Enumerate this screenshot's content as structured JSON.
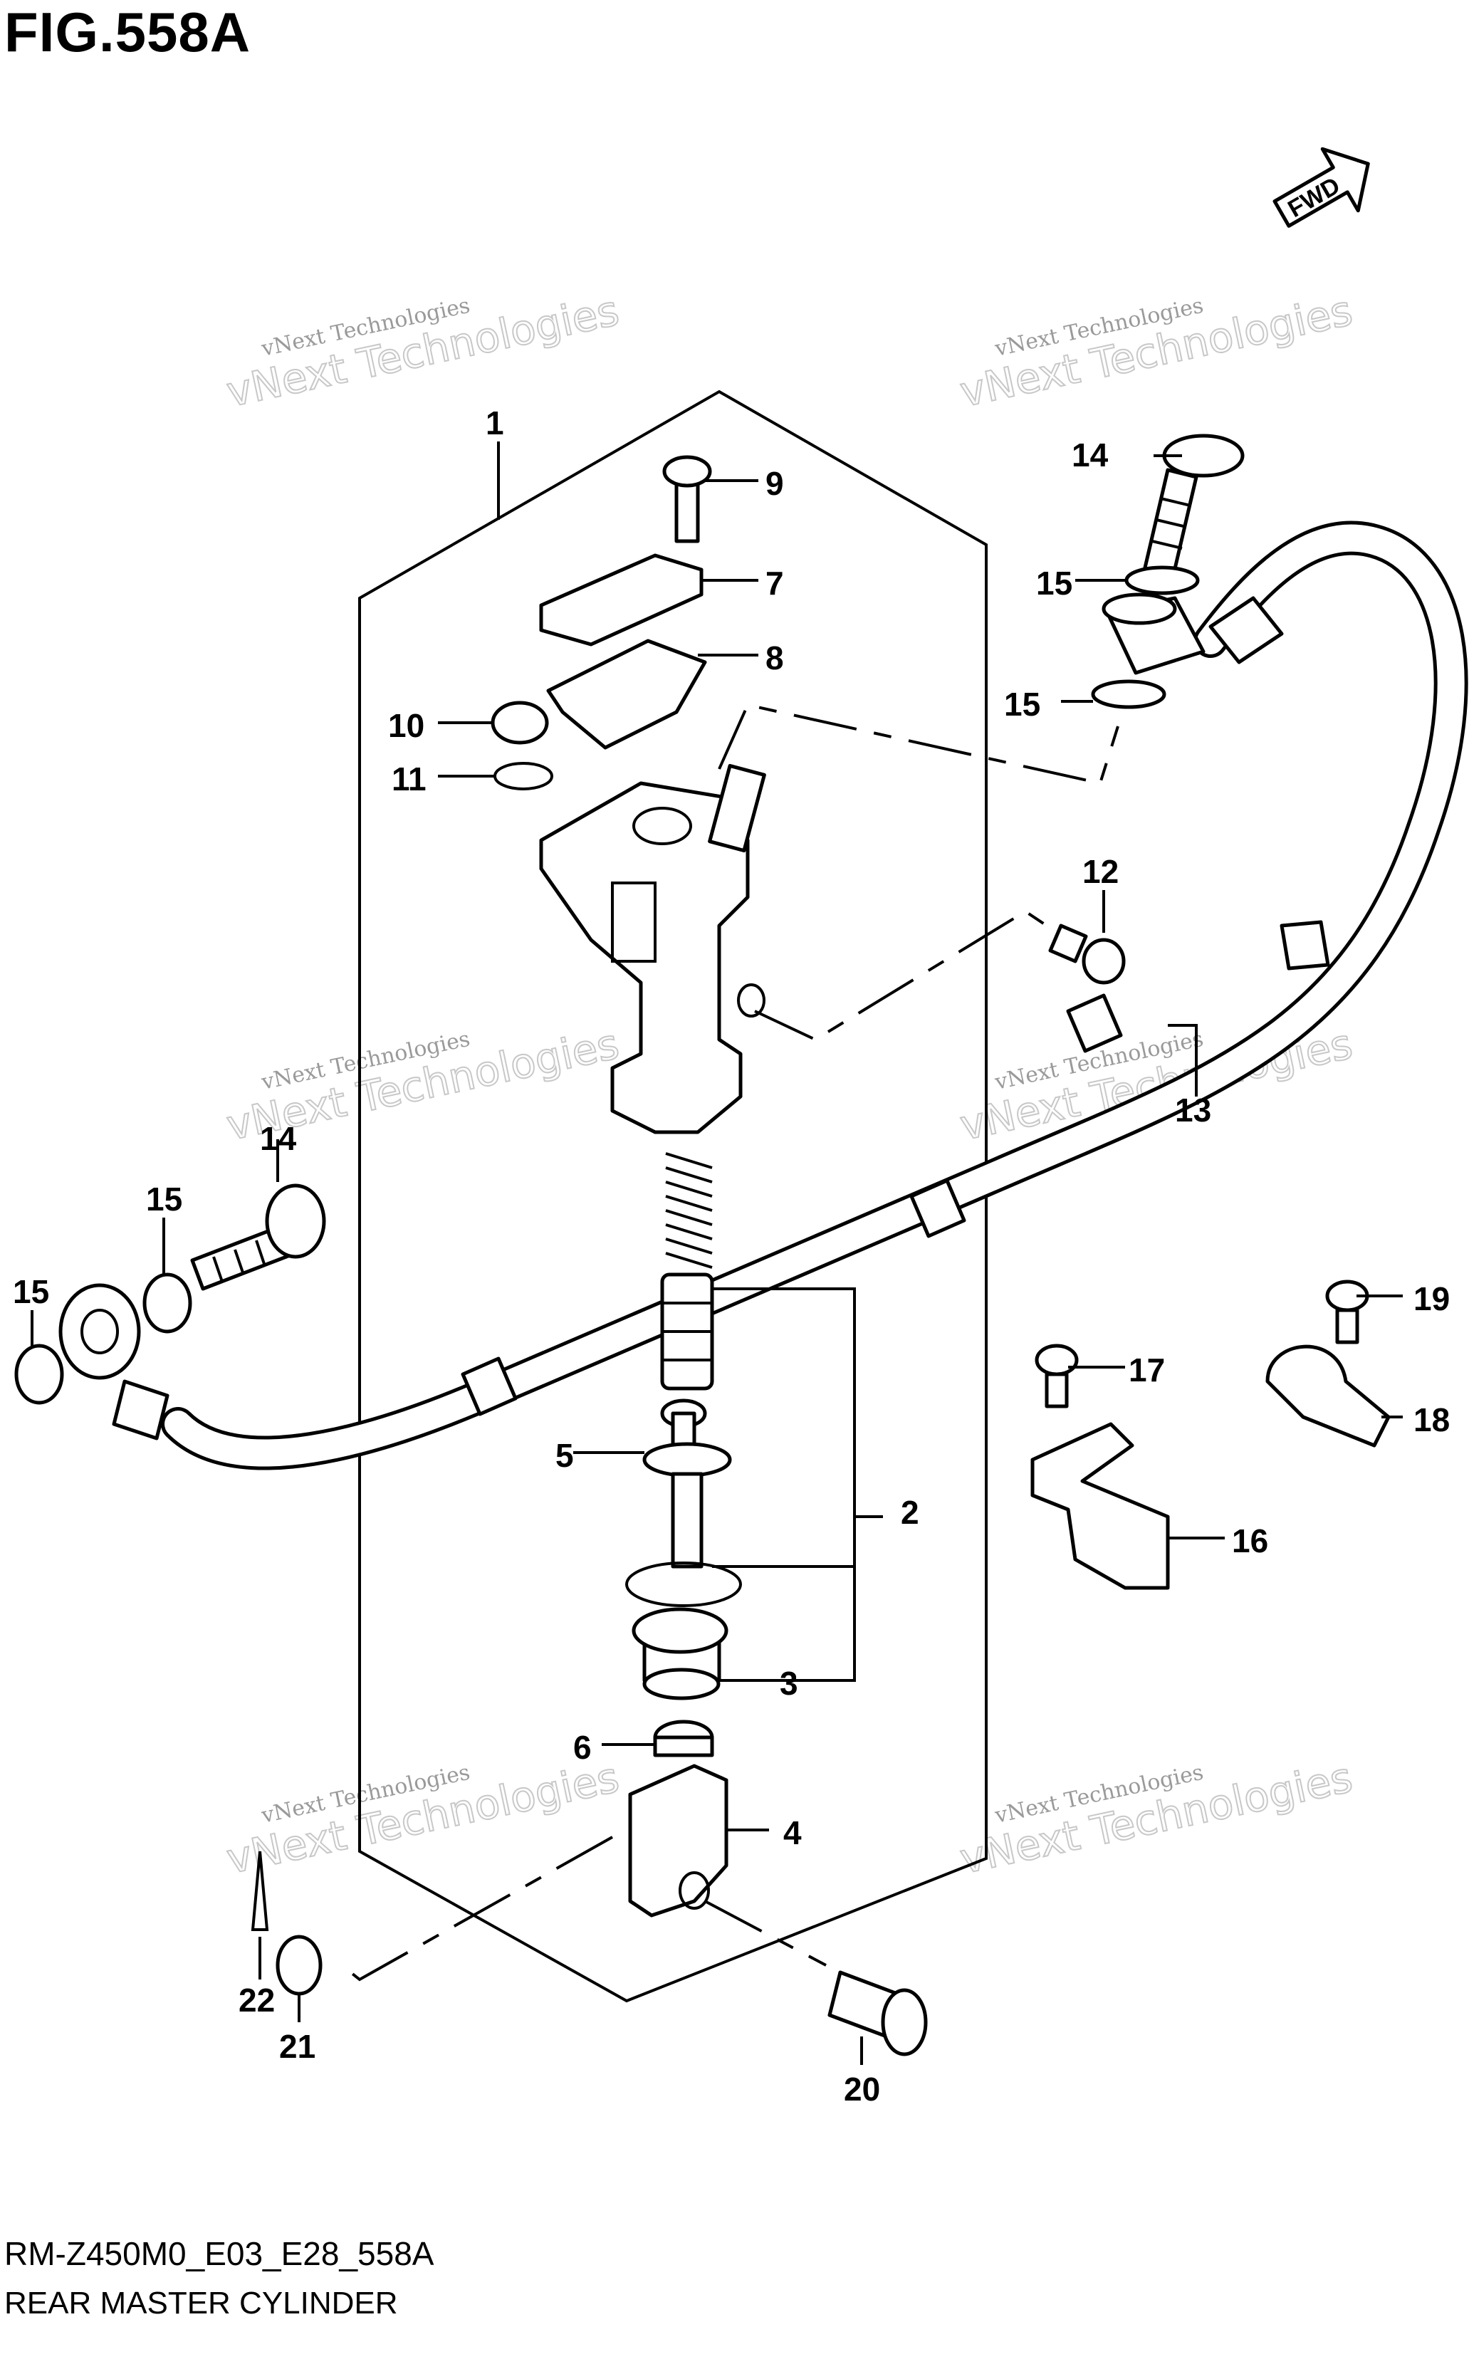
{
  "header": {
    "figure_title": "FIG.558A"
  },
  "fwd_label": "FWD",
  "watermark": {
    "line1": "vNext Technologies",
    "line2": "vNext Technologies"
  },
  "callouts": [
    "1",
    "2",
    "3",
    "4",
    "5",
    "6",
    "7",
    "8",
    "9",
    "10",
    "11",
    "12",
    "13",
    "14",
    "14",
    "15",
    "15",
    "15",
    "15",
    "16",
    "17",
    "18",
    "19",
    "20",
    "21",
    "22"
  ],
  "footer": {
    "model_code": "RM-Z450M0_E03_E28_558A",
    "diagram_name": "REAR MASTER CYLINDER"
  }
}
